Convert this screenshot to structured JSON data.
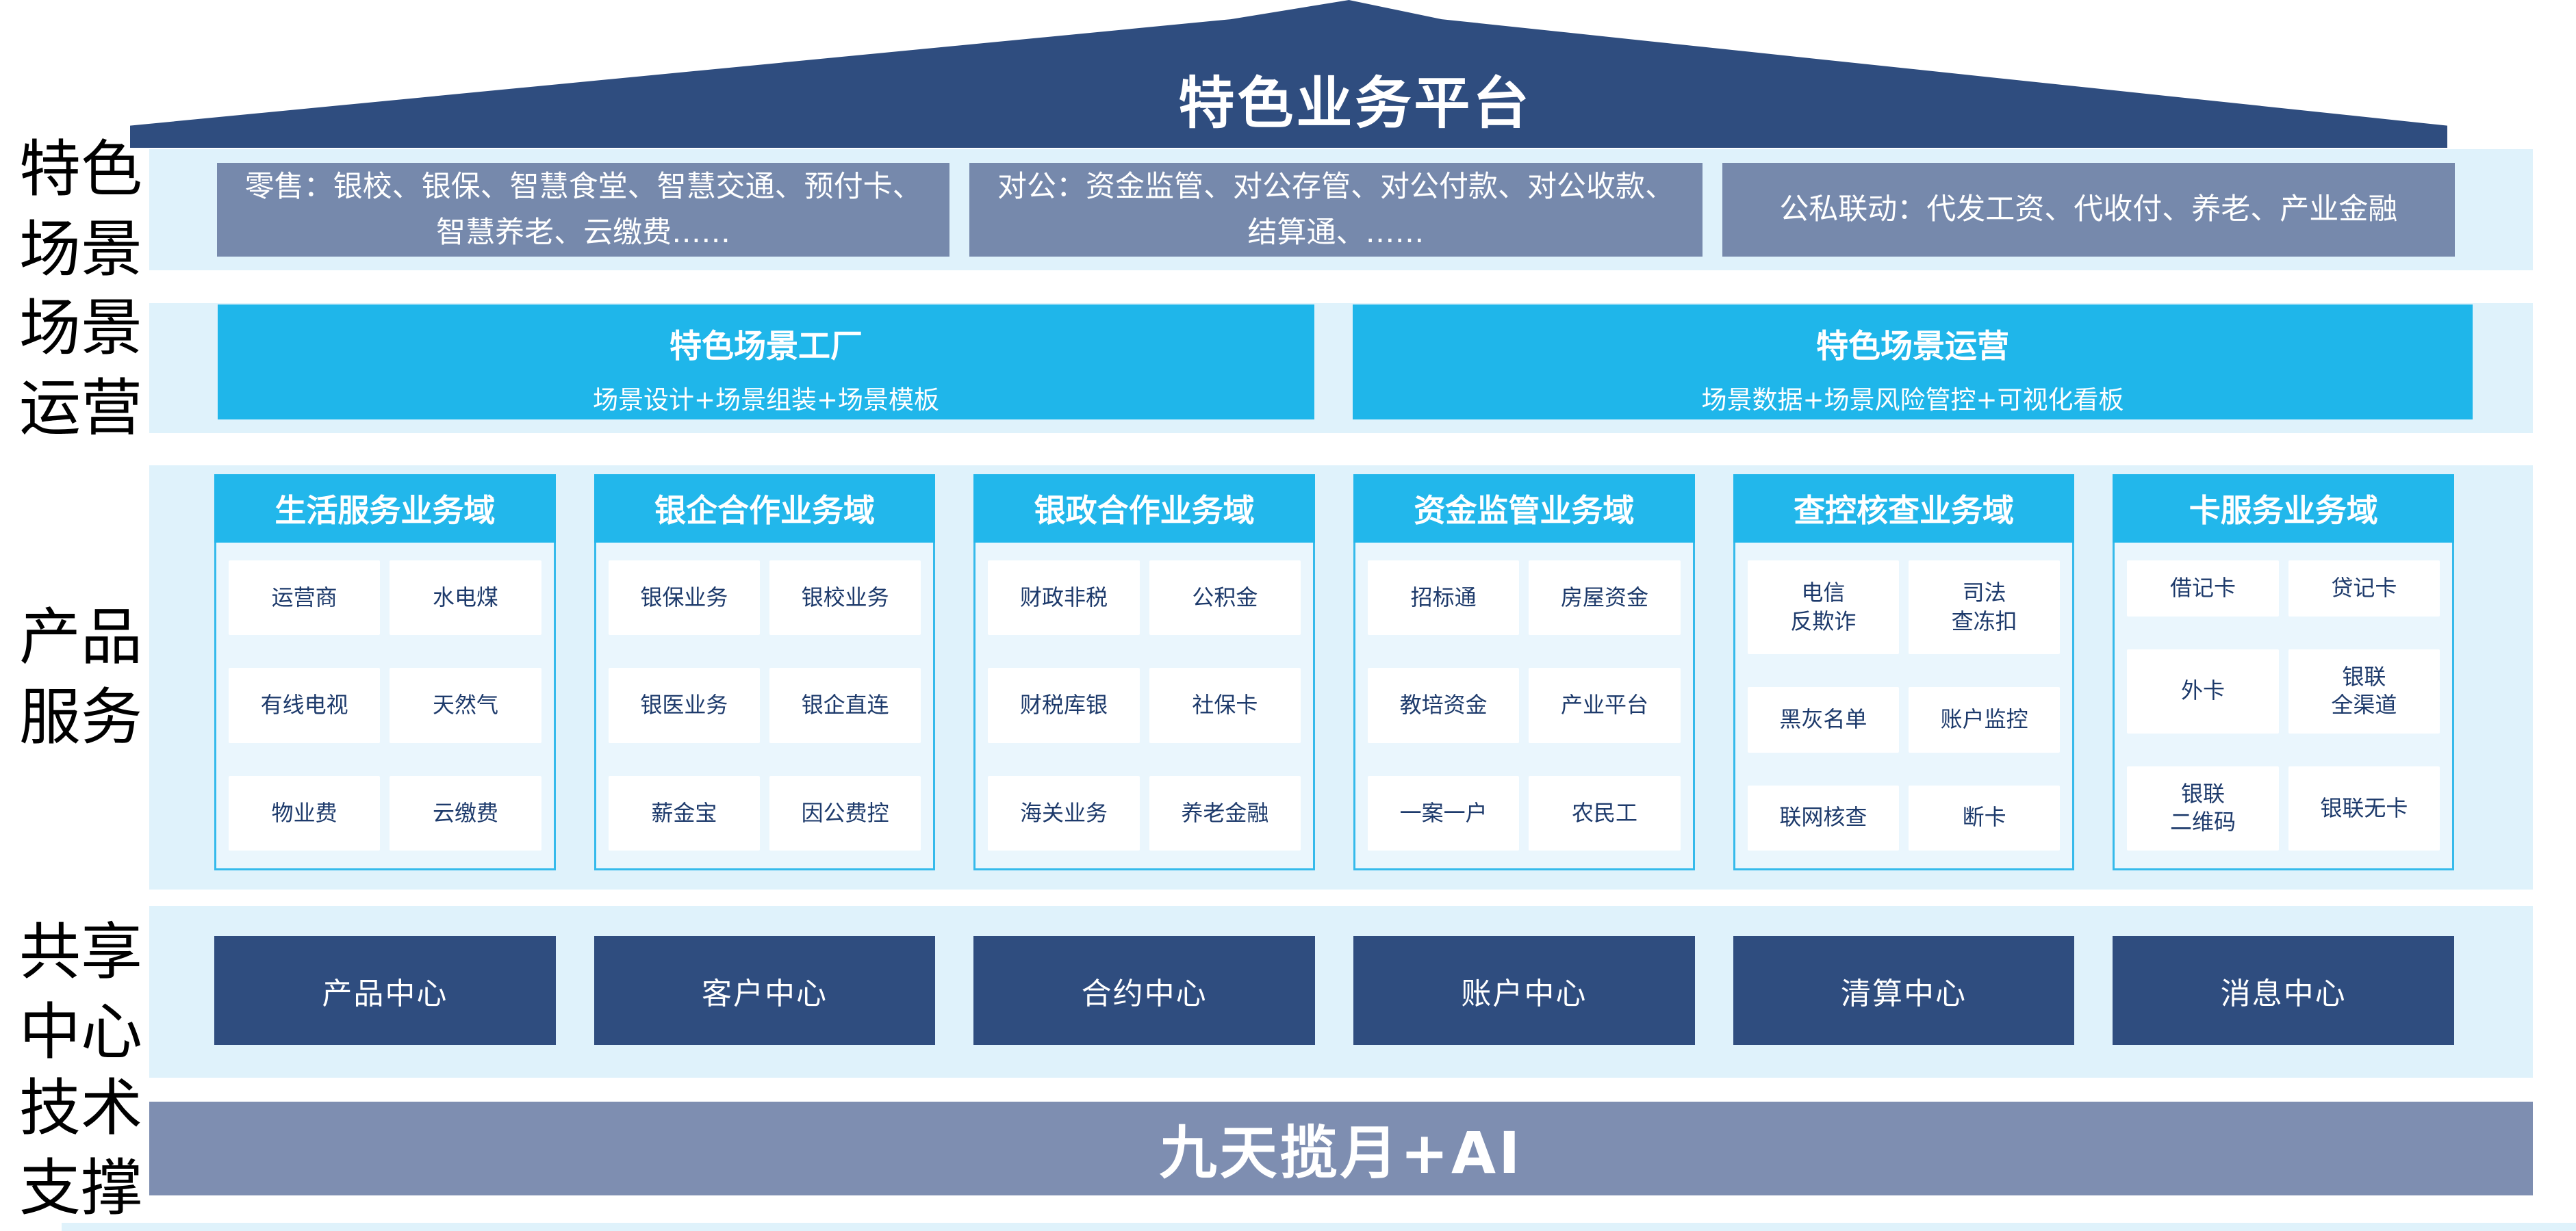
{
  "platform": {
    "title": "特色业务平台"
  },
  "colors": {
    "roof_navy": "#2F4D7F",
    "scene_gray_blue": "#7689AC",
    "cyan": "#1FB6EA",
    "header_cyan": "#22B7EB",
    "band_light_blue": "#DFF2FB",
    "card_body": "#EAF6FD",
    "card_border": "#35BAEB",
    "item_text_navy": "#1D3A6B",
    "center_navy": "#2F4D7F",
    "tech_bar_gray": "#7E8EB1"
  },
  "rows": {
    "scenes": {
      "label": "特色\n场景",
      "boxes": [
        "零售：银校、银保、智慧食堂、智慧交通、预付卡、智慧养老、云缴费……",
        "对公：资金监管、对公存管、对公付款、对公收款、结算通、……",
        "公私联动：代发工资、代收付、养老、产业金融"
      ]
    },
    "operations": {
      "label": "场景\n运营",
      "boxes": [
        {
          "title": "特色场景工厂",
          "subtitle": "场景设计+场景组装+场景模板"
        },
        {
          "title": "特色场景运营",
          "subtitle": "场景数据+场景风险管控+可视化看板"
        }
      ]
    },
    "products": {
      "label": "产品\n服务",
      "columns": [
        {
          "header": "生活服务业务域",
          "items": [
            "运营商",
            "水电煤",
            "有线电视",
            "天然气",
            "物业费",
            "云缴费"
          ]
        },
        {
          "header": "银企合作业务域",
          "items": [
            "银保业务",
            "银校业务",
            "银医业务",
            "银企直连",
            "薪金宝",
            "因公费控"
          ]
        },
        {
          "header": "银政合作业务域",
          "items": [
            "财政非税",
            "公积金",
            "财税库银",
            "社保卡",
            "海关业务",
            "养老金融"
          ]
        },
        {
          "header": "资金监管业务域",
          "items": [
            "招标通",
            "房屋资金",
            "教培资金",
            "产业平台",
            "一案一户",
            "农民工"
          ]
        },
        {
          "header": "查控核查业务域",
          "items": [
            "电信\n反欺诈",
            "司法\n查冻扣",
            "黑灰名单",
            "账户监控",
            "联网核查",
            "断卡"
          ]
        },
        {
          "header": "卡服务业务域",
          "items": [
            "借记卡",
            "贷记卡",
            "外卡",
            "银联\n全渠道",
            "银联\n二维码",
            "银联无卡"
          ]
        }
      ]
    },
    "centers": {
      "label": "共享\n中心",
      "boxes": [
        "产品中心",
        "客户中心",
        "合约中心",
        "账户中心",
        "清算中心",
        "消息中心"
      ]
    },
    "tech": {
      "label": "技术\n支撑",
      "bar": "九天揽月+AI"
    }
  }
}
